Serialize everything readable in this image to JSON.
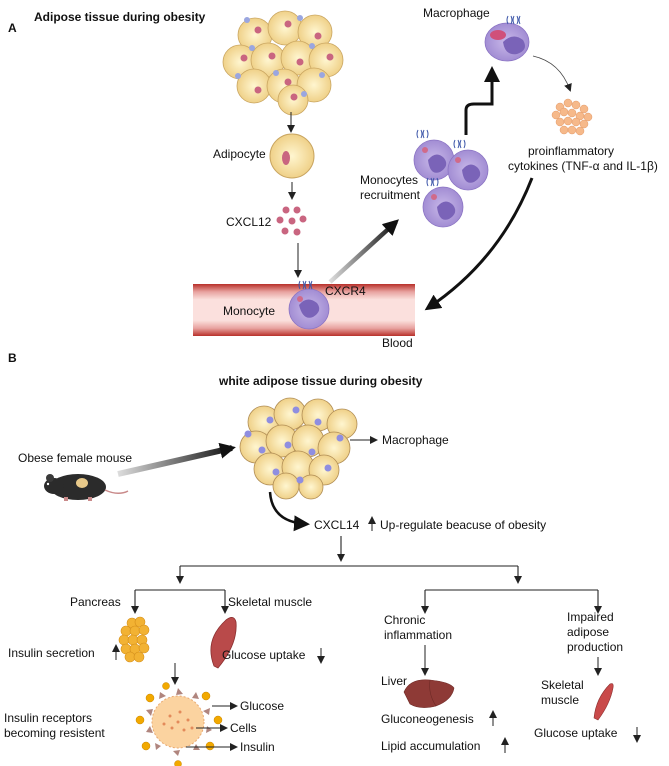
{
  "panel_a": {
    "letter": "A",
    "title": "Adipose tissue during obesity",
    "adipocyte": "Adipocyte",
    "cxcl12": "CXCL12",
    "monocyte": "Monocyte",
    "cxcr4": "CXCR4",
    "blood": "Blood",
    "monocytes_recruitment_1": "Monocytes",
    "monocytes_recruitment_2": "recruitment",
    "macrophage": "Macrophage",
    "cytokines_1": "proinflammatory",
    "cytokines_2": "cytokines (TNF-α and IL-1β)"
  },
  "panel_b": {
    "letter": "B",
    "title": "white adipose tissue during obesity",
    "obese_mouse": "Obese female mouse",
    "macrophage": "Macrophage",
    "cxcl14": "CXCL14",
    "upregulate": "Up-regulate beacuse of obesity",
    "pancreas": "Pancreas",
    "skeletal_muscle": "Skeletal muscle",
    "insulin_secretion": "Insulin secretion",
    "glucose_uptake": "Glucose uptake",
    "chronic_1": "Chronic",
    "chronic_2": "inflammation",
    "impaired_1": "Impaired",
    "impaired_2": "adipose",
    "impaired_3": "production",
    "liver": "Liver",
    "gluconeogenesis": "Gluconeogenesis",
    "lipid_accumulation": "Lipid accumulation",
    "skeletal_1": "Skeletal",
    "skeletal_2": "muscle",
    "glucose_uptake_2": "Glucose uptake",
    "insulin_receptors_1": "Insulin receptors",
    "insulin_receptors_2": "becoming resistent",
    "glucose": "Glucose",
    "cells": "Cells",
    "insulin": "Insulin"
  }
}
